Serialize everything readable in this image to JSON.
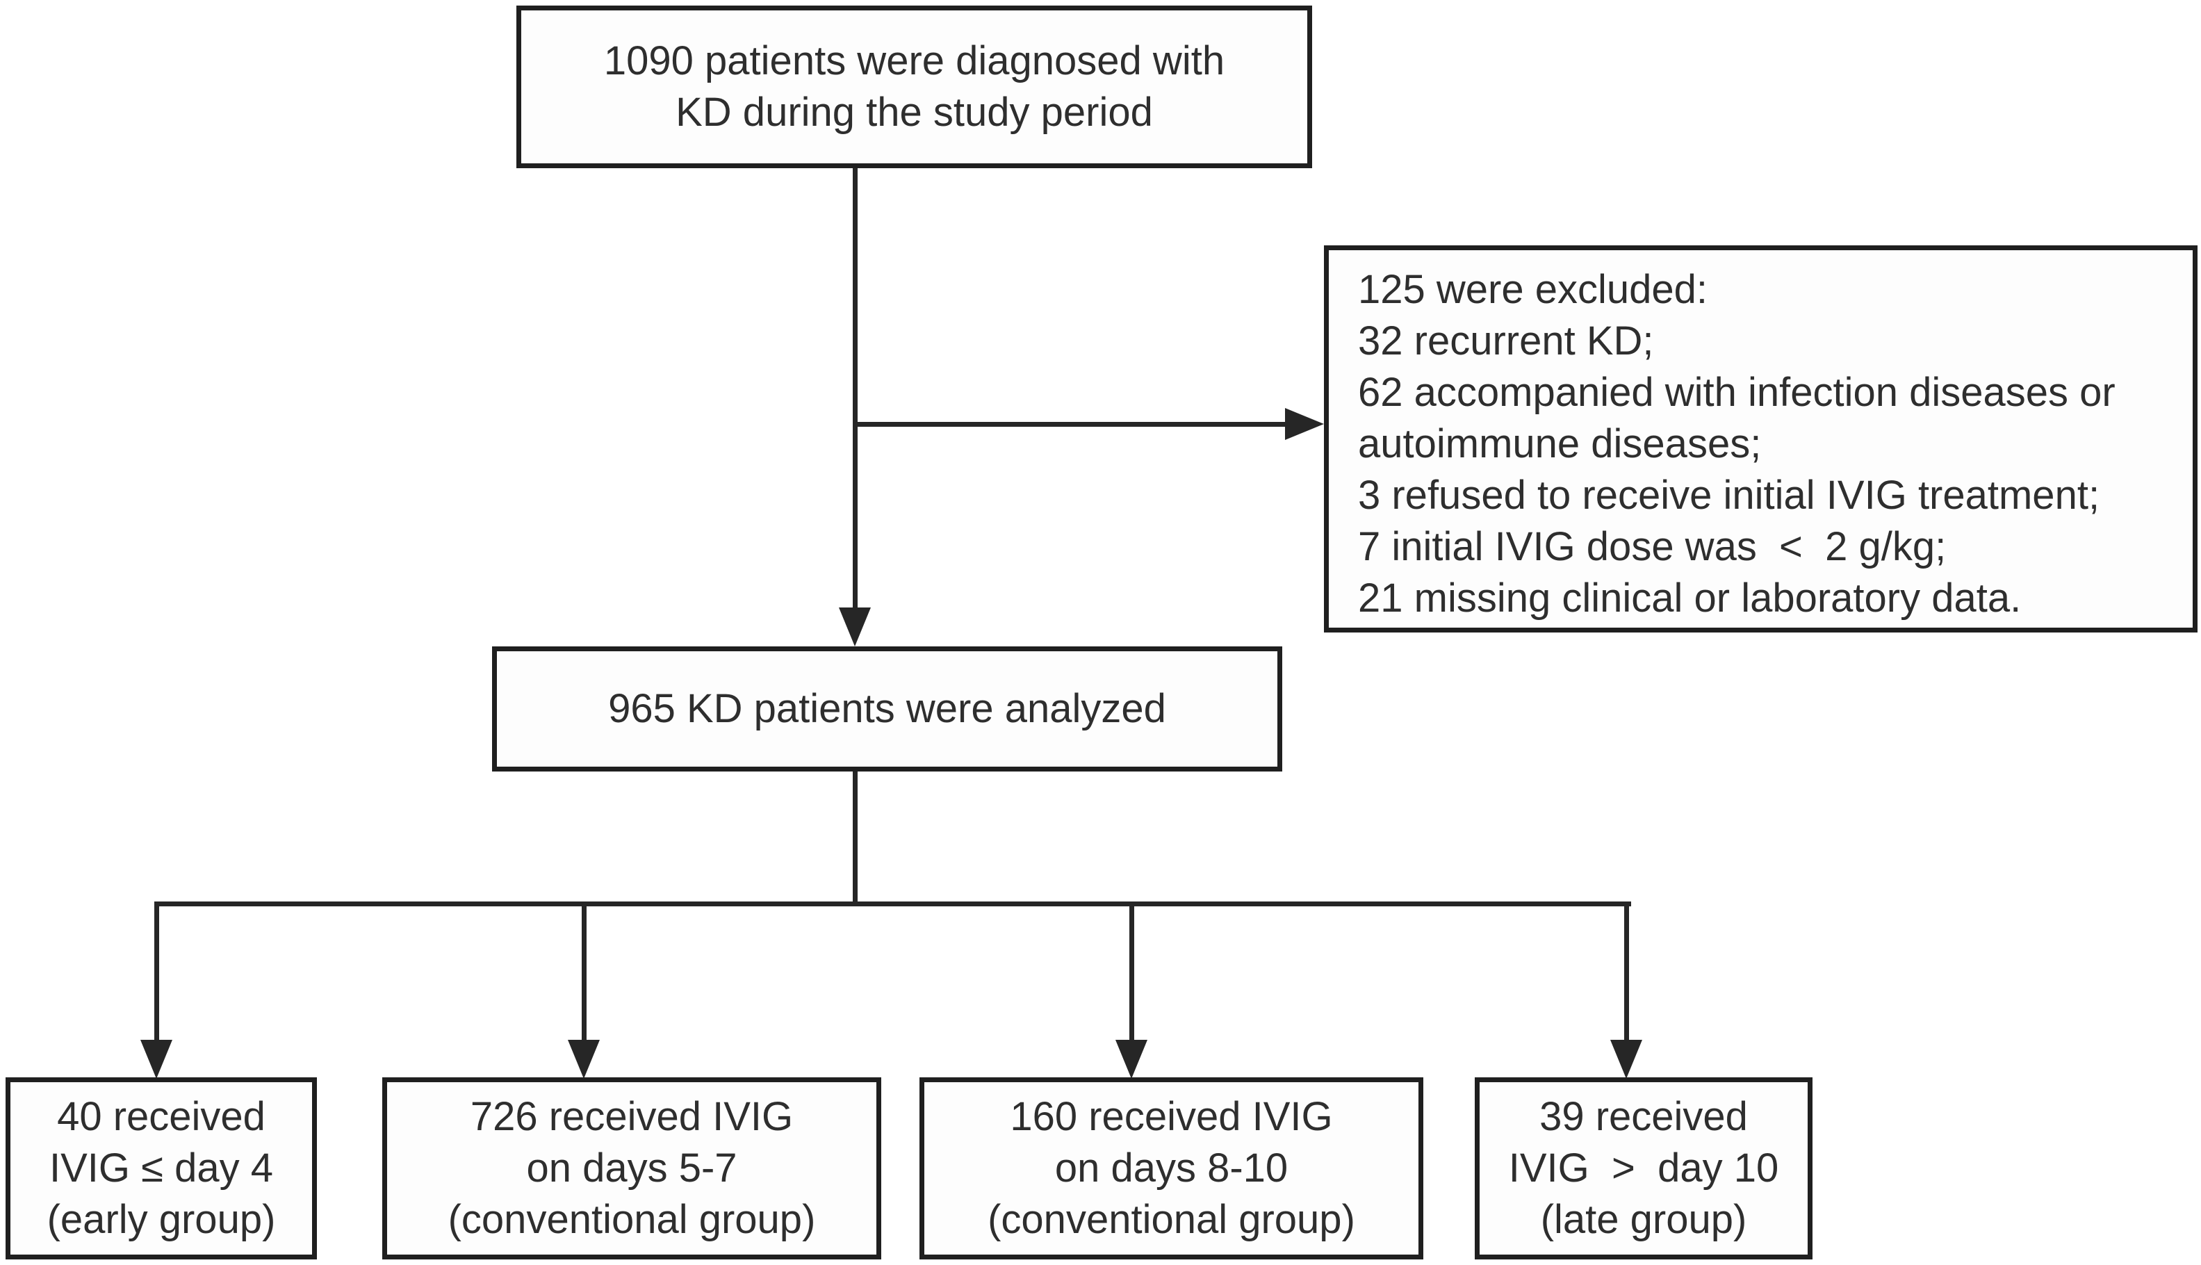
{
  "figure_type": "patient-flow-diagram",
  "boxes": {
    "diagnosed": {
      "lines": [
        "1090 patients were diagnosed with",
        "KD during the study period"
      ]
    },
    "excluded": {
      "lines": [
        "125 were excluded:",
        "32 recurrent KD;",
        "62 accompanied with infection diseases or",
        "autoimmune diseases;",
        "3 refused to receive initial IVIG treatment;",
        "7 initial IVIG dose was  <  2 g/kg;",
        "21 missing clinical or laboratory data."
      ]
    },
    "analyzed": {
      "lines": [
        "965 KD patients were analyzed"
      ]
    },
    "group_early": {
      "lines": [
        "40 received",
        "IVIG ≤ day 4",
        "(early group)"
      ]
    },
    "group_days_5_7": {
      "lines": [
        "726 received IVIG",
        "on days 5-7",
        "(conventional group)"
      ]
    },
    "group_days_8_10": {
      "lines": [
        "160 received IVIG",
        "on days 8-10",
        "(conventional group)"
      ]
    },
    "group_late": {
      "lines": [
        "39 received",
        "IVIG  >  day 10",
        "(late group)"
      ]
    }
  },
  "colors": {
    "line_color": "#262626",
    "border_color": "#1f1f1f",
    "text_color": "#2e2e2e",
    "box_fill": "#fdfdfd",
    "bg_color": "#ffffff"
  }
}
